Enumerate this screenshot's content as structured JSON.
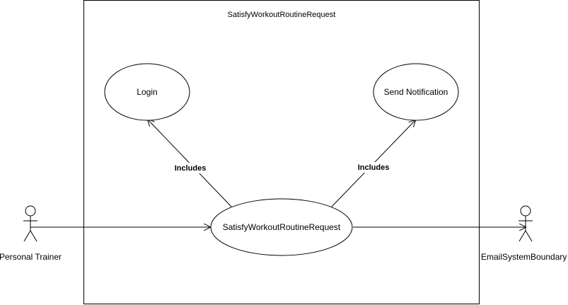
{
  "system_boundary": {
    "title": "SatisfyWorkoutRoutineRequest"
  },
  "use_cases": {
    "login": "Login",
    "send_notification": "Send Notification",
    "main": "SatisfyWorkoutRoutineRequest"
  },
  "actors": {
    "left": "Personal Trainer",
    "right": "EmailSystemBoundary"
  },
  "relations": {
    "include_left": "Includes",
    "include_right": "Includes"
  }
}
